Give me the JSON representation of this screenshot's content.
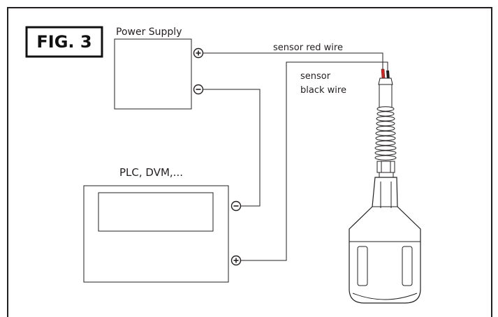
{
  "figure": {
    "label": "FIG. 3"
  },
  "power_supply": {
    "label": "Power Supply",
    "plus": "+",
    "minus": "−"
  },
  "meter": {
    "label": "PLC, DVM,...",
    "plus": "+",
    "minus": "−"
  },
  "wires": {
    "red": "sensor red wire",
    "black_line1": "sensor",
    "black_line2": "black wire",
    "red_color": "#e0201b"
  }
}
